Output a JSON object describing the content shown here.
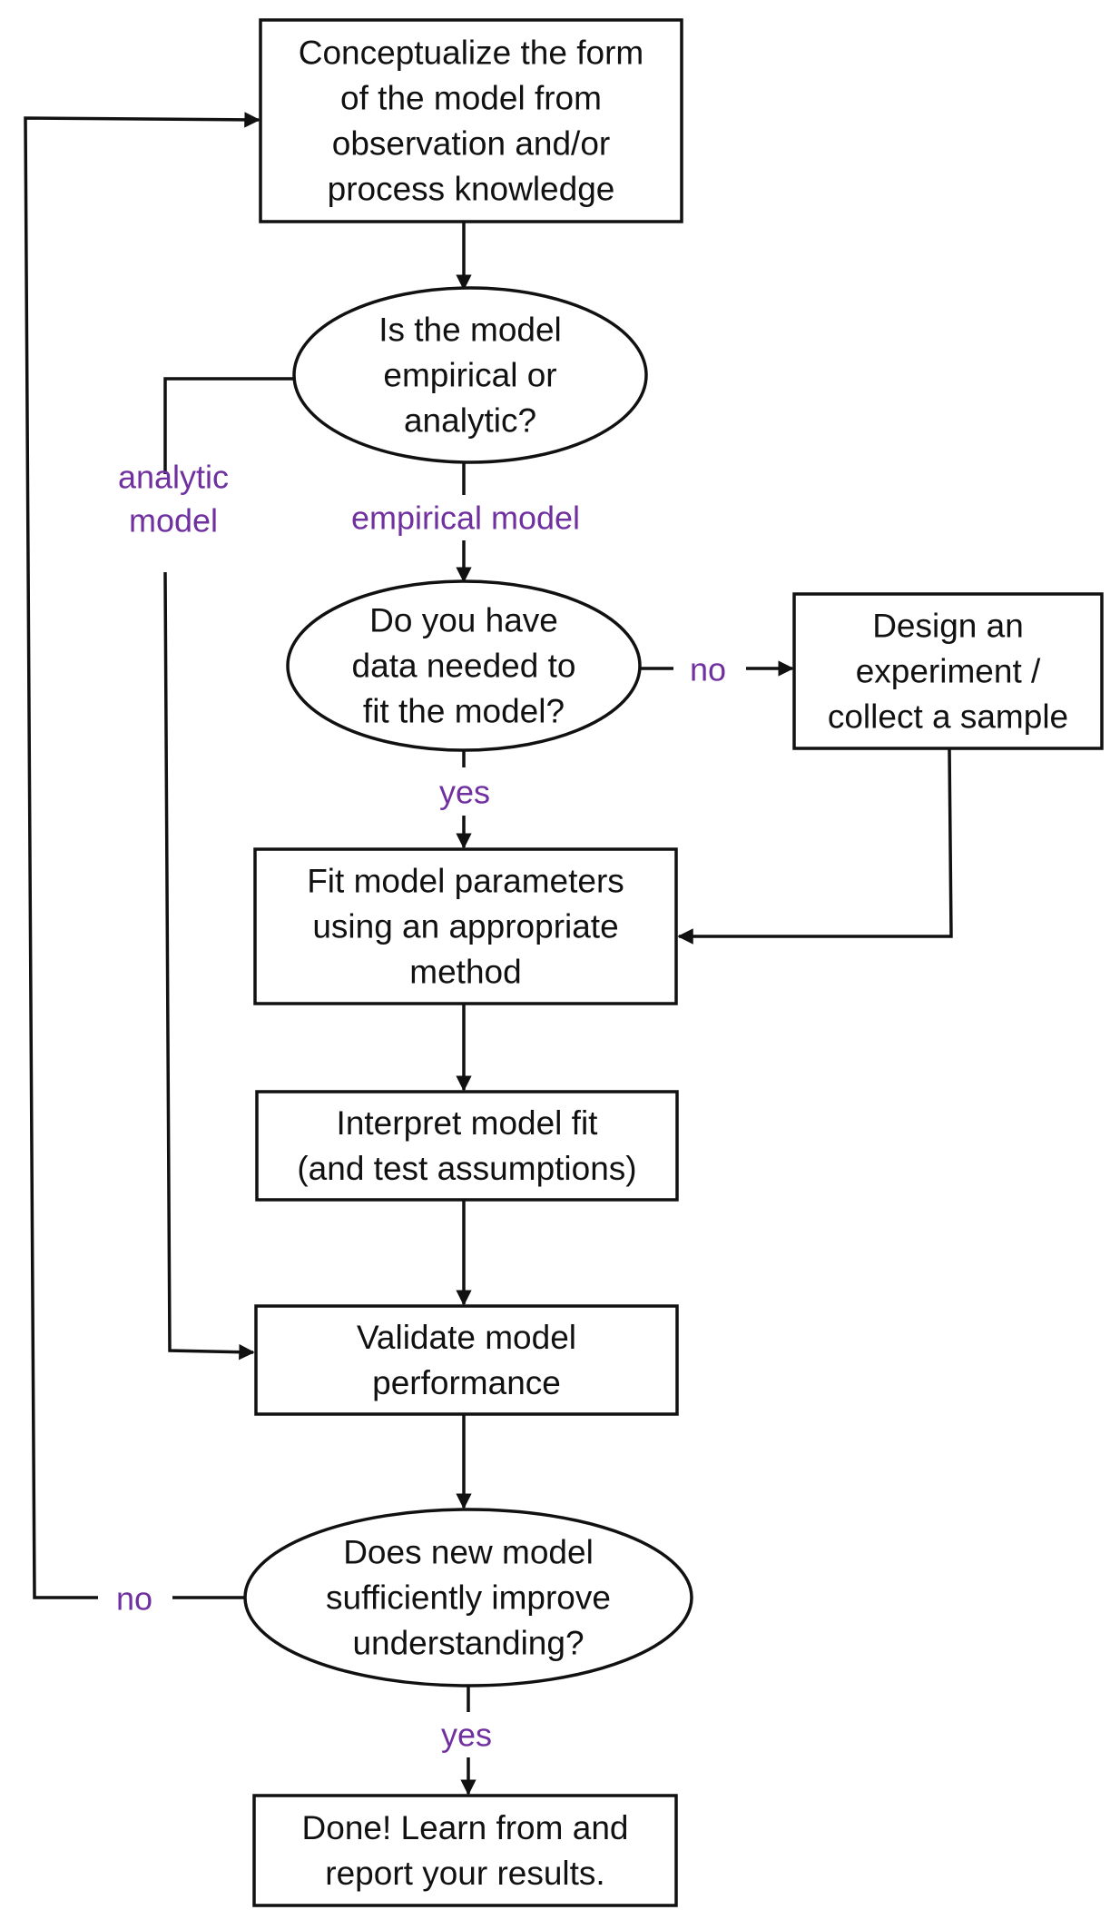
{
  "colors": {
    "label": "#7030A0",
    "line": "#111111",
    "background": "#ffffff"
  },
  "nodes": {
    "conceptualize": {
      "shape": "box",
      "lines": [
        "Conceptualize  the form",
        "of the model from",
        "observation and/or",
        "process knowledge"
      ]
    },
    "empirical_or_analytic": {
      "shape": "ellipse",
      "lines": [
        "Is the model",
        "empirical or",
        "analytic?"
      ]
    },
    "have_data": {
      "shape": "ellipse",
      "lines": [
        "Do you have",
        "data needed to",
        "fit the model?"
      ]
    },
    "design_experiment": {
      "shape": "box",
      "lines": [
        "Design an",
        "experiment /",
        "collect a sample"
      ]
    },
    "fit_parameters": {
      "shape": "box",
      "lines": [
        "Fit model parameters",
        "using an appropriate",
        "method"
      ]
    },
    "interpret_fit": {
      "shape": "box",
      "lines": [
        "Interpret model fit",
        "(and test assumptions)"
      ]
    },
    "validate": {
      "shape": "box",
      "lines": [
        "Validate model",
        "performance"
      ]
    },
    "improve_understanding": {
      "shape": "ellipse",
      "lines": [
        "Does new model",
        "sufficiently improve",
        "understanding?"
      ]
    },
    "done": {
      "shape": "box",
      "lines": [
        "Done! Learn from and",
        "report your results."
      ]
    }
  },
  "edge_labels": {
    "analytic_model": [
      "analytic",
      "model"
    ],
    "empirical_model": [
      "empirical model"
    ],
    "data_no": [
      "no"
    ],
    "data_yes": [
      "yes"
    ],
    "improve_no": [
      "no"
    ],
    "improve_yes": [
      "yes"
    ]
  }
}
